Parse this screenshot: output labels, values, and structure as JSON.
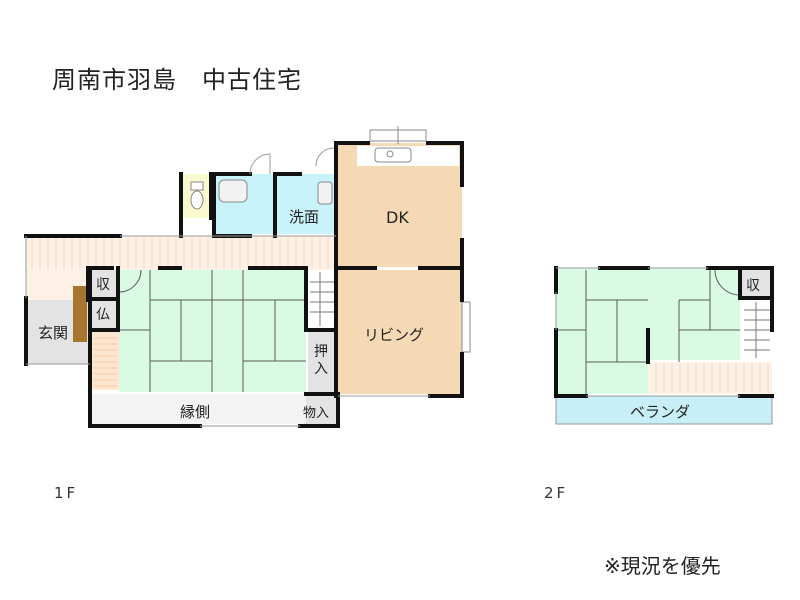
{
  "title": "周南市羽島　中古住宅",
  "colors": {
    "tatami": "#d9fbe3",
    "wood_floor": "#f5d8b4",
    "water_room": "#c9f3fb",
    "toilet": "#fafad0",
    "storage": "#e3e3e3",
    "corridor": "#fdf1e6",
    "veranda": "#c8eff7",
    "wall": "#111111",
    "shoe_box": "#a8752e"
  },
  "floors": [
    {
      "label": "1F",
      "rooms": {
        "genkan": "玄関",
        "storage_small": "収",
        "butsudan": "仏",
        "washroom": "洗面",
        "dk": "DK",
        "living": "リビング",
        "closet_char1": "押",
        "closet_char2": "入",
        "engawa": "縁側",
        "storeroom": "物入"
      }
    },
    {
      "label": "2F",
      "rooms": {
        "storage_small": "収",
        "veranda": "ベランダ"
      }
    }
  ],
  "note": "※現況を優先"
}
